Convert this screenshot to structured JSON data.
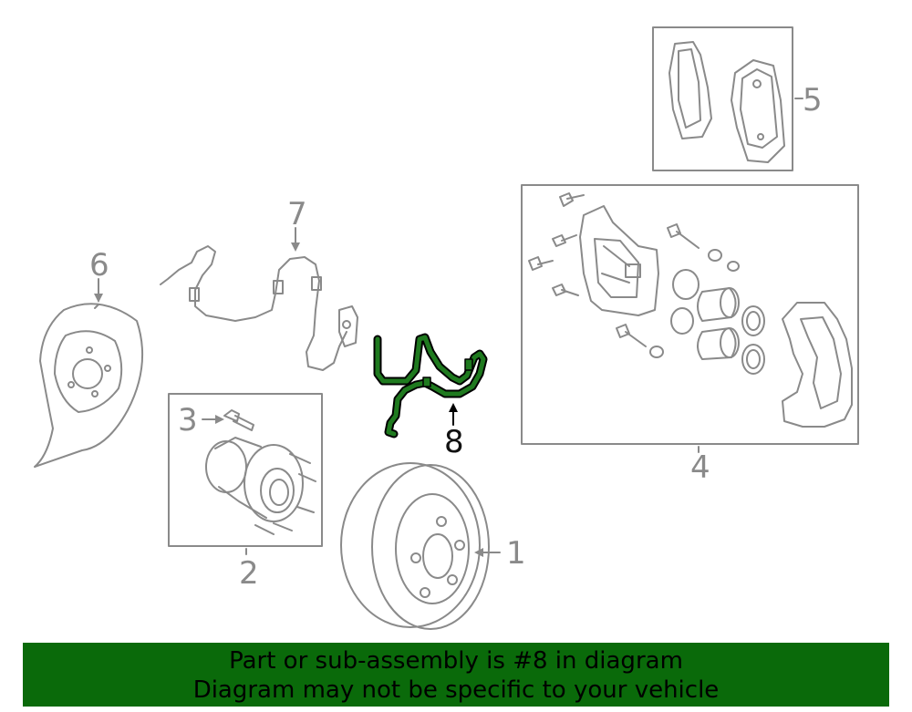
{
  "callouts": {
    "c1": "1",
    "c2": "2",
    "c3": "3",
    "c4": "4",
    "c5": "5",
    "c6": "6",
    "c7": "7",
    "c8": "8"
  },
  "banner": {
    "line1": "Part or sub-assembly is #8 in diagram",
    "line2": "Diagram may not be specific to your vehicle"
  },
  "colors": {
    "line_art": "#8a8a8a",
    "highlight_fill": "#1f7a1f",
    "banner_bg": "#0a6a0a"
  }
}
